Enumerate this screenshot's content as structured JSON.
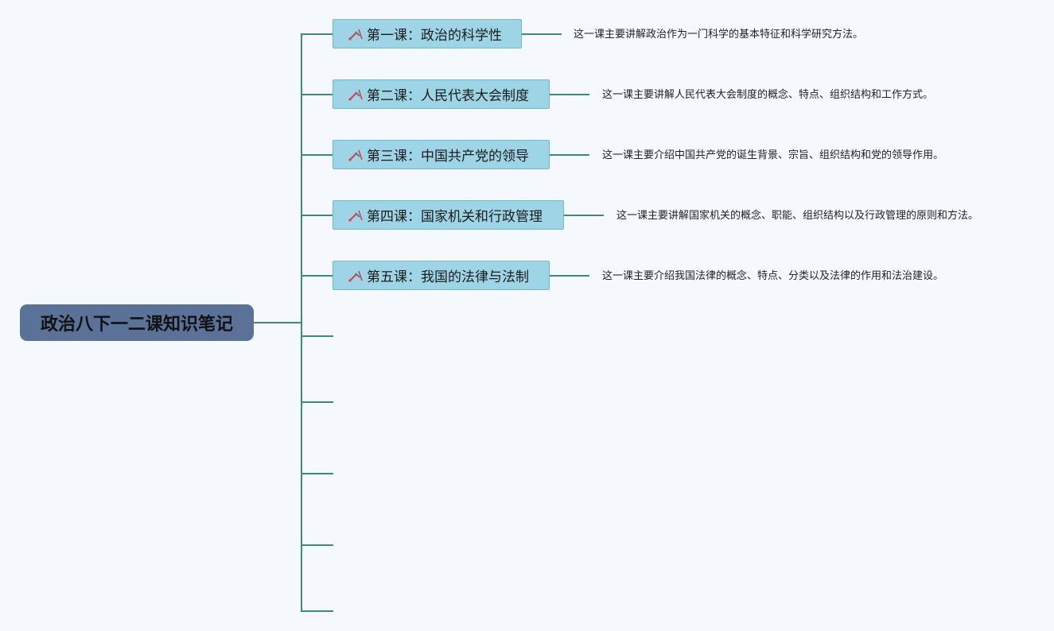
{
  "mindmap": {
    "root": {
      "title": "政治八下一二课知识笔记"
    },
    "topics": [
      {
        "label": "第一课：政治的科学性",
        "note": "这一课主要讲解政治作为一门科学的基本特征和科学研究方法。",
        "icon": "tools-icon"
      },
      {
        "label": "第二课：人民代表大会制度",
        "note": "这一课主要讲解人民代表大会制度的概念、特点、组织结构和工作方式。",
        "icon": "tools-icon"
      },
      {
        "label": "第三课：中国共产党的领导",
        "note": "这一课主要介绍中国共产党的诞生背景、宗旨、组织结构和党的领导作用。",
        "icon": "tools-icon"
      },
      {
        "label": "第四课：国家机关和行政管理",
        "note": "这一课主要讲解国家机关的概念、职能、组织结构以及行政管理的原则和方法。",
        "icon": "tools-icon"
      },
      {
        "label": "第五课：我国的法律与法制",
        "note": "这一课主要介绍我国法律的概念、特点、分类以及法律的作用和法治建设。",
        "icon": "tools-icon"
      }
    ],
    "empty_branch_count": 5,
    "colors": {
      "background": "#f5f8fd",
      "root_fill": "#5a7198",
      "topic_fill": "#9dd5e6",
      "connector": "#3d8a78"
    }
  }
}
